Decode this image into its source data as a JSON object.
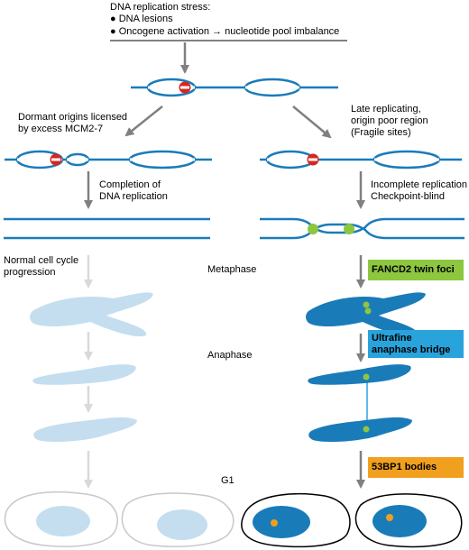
{
  "header": {
    "title": "DNA replication stress:",
    "bullet1": "● DNA lesions",
    "bullet2": "● Oncogene activation → nucleotide pool imbalance"
  },
  "left": {
    "dormant_line1": "Dormant origins licensed",
    "dormant_line2": "by excess MCM2-7",
    "completion_line1": "Completion of",
    "completion_line2": "DNA replication",
    "normal_line1": "Normal cell cycle",
    "normal_line2": "progression"
  },
  "right": {
    "late_line1": "Late replicating,",
    "late_line2": "origin poor region",
    "late_line3": "(Fragile sites)",
    "incomplete_line1": "Incomplete replication",
    "incomplete_line2": "Checkpoint-blind"
  },
  "stages": {
    "metaphase": "Metaphase",
    "anaphase": "Anaphase",
    "g1": "G1"
  },
  "badges": {
    "fancd2": "FANCD2 twin foci",
    "ufb_line1": "Ultrafine",
    "ufb_line2": "anaphase bridge",
    "bp53": "53BP1 bodies"
  },
  "colors": {
    "dna_blue": "#1a7bb9",
    "light_blue": "#c4def0",
    "green": "#8dc63f",
    "badge_green": "#8dc63f",
    "badge_blue": "#29a3dc",
    "badge_orange": "#f0a01e",
    "stop_red": "#d7261e",
    "gray_arrow": "#808080",
    "light_arrow": "#d9d9d9"
  }
}
